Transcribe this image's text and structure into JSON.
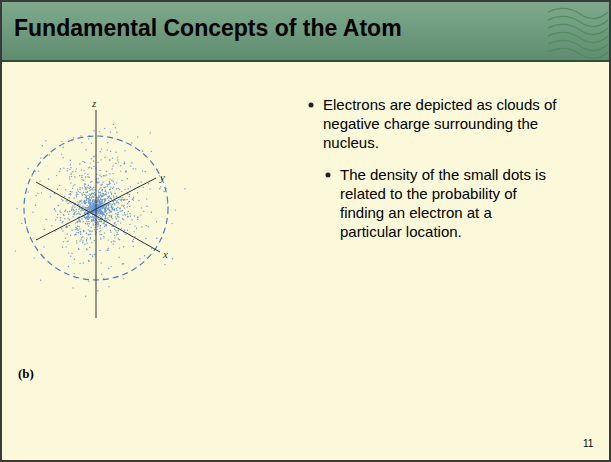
{
  "diagram": {
    "title": "Fundamental Concepts of the Atom",
    "labels": [
      "Electrons are depicted as clouds of negative charge surrounding the nucleus.",
      "The density of the small dots is related to the probability of finding an electron at a particular location.",
      "z",
      "y",
      "x",
      "(b)",
      "11"
    ]
  }
}
